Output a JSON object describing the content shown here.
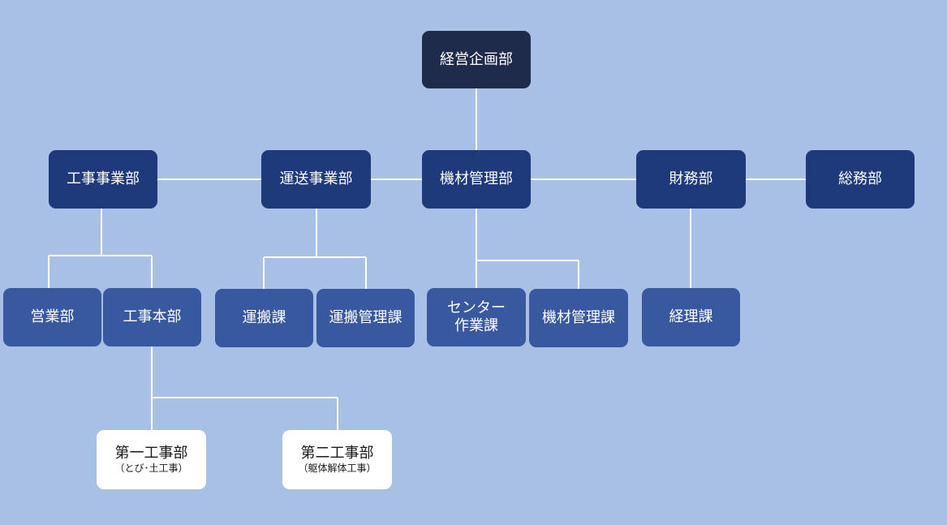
{
  "top": {
    "label": "経営企画部"
  },
  "departments": [
    {
      "label": "工事事業部"
    },
    {
      "label": "運送事業部"
    },
    {
      "label": "機材管理部"
    },
    {
      "label": "財務部"
    },
    {
      "label": "総務部"
    }
  ],
  "sections": [
    {
      "label": "営業部"
    },
    {
      "label": "工事本部"
    },
    {
      "label": "運搬課"
    },
    {
      "label": "運搬管理課"
    },
    {
      "label": "センター\n作業課"
    },
    {
      "label": "機材管理課"
    },
    {
      "label": "経理課"
    }
  ],
  "subdivisions": [
    {
      "label": "第一工事部",
      "note": "（とび･土工事）"
    },
    {
      "label": "第二工事部",
      "note": "（躯体解体工事）"
    }
  ],
  "colors": {
    "background": "#a8c0e4",
    "top": "#1f2b4a",
    "department": "#1f3a7a",
    "section": "#3858a0",
    "subdivision": "#ffffff",
    "connector": "#ffffff"
  }
}
